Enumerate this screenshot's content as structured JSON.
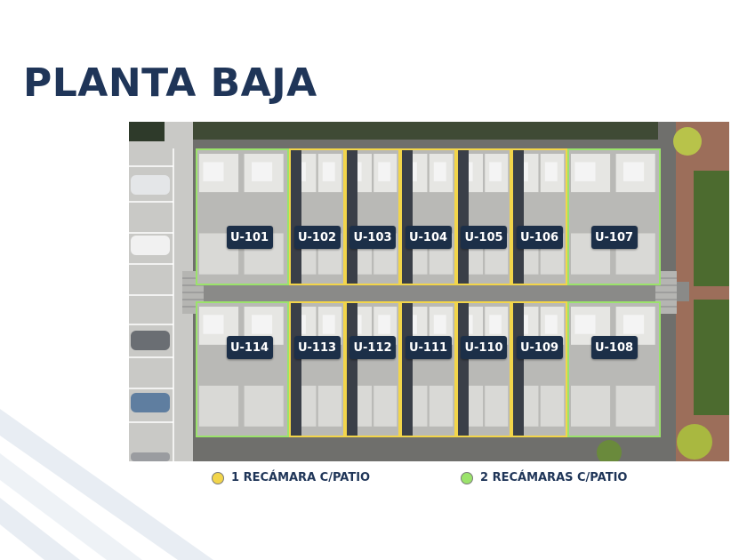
{
  "page": {
    "title": "PLANTA BAJA"
  },
  "plan": {
    "units_top": [
      {
        "label": "U-101",
        "type": "2"
      },
      {
        "label": "U-102",
        "type": "1"
      },
      {
        "label": "U-103",
        "type": "1"
      },
      {
        "label": "U-104",
        "type": "1"
      },
      {
        "label": "U-105",
        "type": "1"
      },
      {
        "label": "U-106",
        "type": "1"
      },
      {
        "label": "U-107",
        "type": "2"
      }
    ],
    "units_bottom": [
      {
        "label": "U-114",
        "type": "2"
      },
      {
        "label": "U-113",
        "type": "1"
      },
      {
        "label": "U-112",
        "type": "1"
      },
      {
        "label": "U-111",
        "type": "1"
      },
      {
        "label": "U-110",
        "type": "1"
      },
      {
        "label": "U-109",
        "type": "1"
      },
      {
        "label": "U-108",
        "type": "2"
      }
    ]
  },
  "legend": [
    {
      "label": "1 RECÁMARA C/PATIO",
      "color": "#f2d54a",
      "type": "1"
    },
    {
      "label": "2 RECÁMARAS C/PATIO",
      "color": "#9be36b",
      "type": "2"
    }
  ],
  "colors": {
    "title": "#1f3558",
    "badge": "#1c2f48",
    "one_bedroom_outline": "#f2d54a",
    "two_bedroom_outline": "#9be36b"
  }
}
